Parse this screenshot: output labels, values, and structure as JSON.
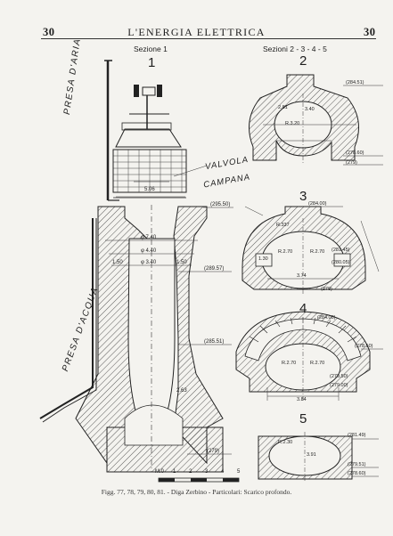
{
  "header": {
    "page_left": "30",
    "title": "L'ENERGIA ELETTRICA",
    "page_right": "30"
  },
  "figure": {
    "label_sezione1": "Sezione 1",
    "label_sezioni": "Sezioni 2 - 3 - 4 - 5",
    "numbers": [
      "1",
      "2",
      "3",
      "4",
      "5"
    ],
    "presa_aria": "PRESA D'ARIA",
    "presa_acqua": "PRESA D'ACQUA",
    "valvola": "VALVOLA",
    "campana": "CAMPANA",
    "scale_labels": [
      "M.0",
      "1",
      "2",
      "3",
      "4",
      "5"
    ],
    "sec1_dims": [
      "5.06",
      "(295.50)",
      "φ 7.40",
      "φ 4.40",
      "φ 3.40",
      "1.50",
      "1.50",
      "(289.57)",
      "(285.51)",
      "2.63",
      "(279)"
    ],
    "sec2_dims": [
      "(284.51)",
      "2.81",
      "R.3.20",
      "3.40",
      "(278.60)",
      "(279)"
    ],
    "sec3_dims": [
      "(284.00)",
      "R.337",
      "R.2.70",
      "R.2.70",
      "3.74",
      "(281.45)",
      "(280.05)",
      "(279)",
      "1.30"
    ],
    "sec4_dims": [
      "(284.00)",
      "(278.50)",
      "R.2.70",
      "R.2.70",
      "3.84",
      "(279.00)",
      "(279.50)"
    ],
    "sec5_dims": [
      "(281.49)",
      "R.2.30",
      "3.91",
      "(279.51)",
      "(278.60)"
    ]
  },
  "caption": "Figg. 77, 78, 79, 80, 81. - Diga Zerbino - Particolari: Scarico profondo."
}
